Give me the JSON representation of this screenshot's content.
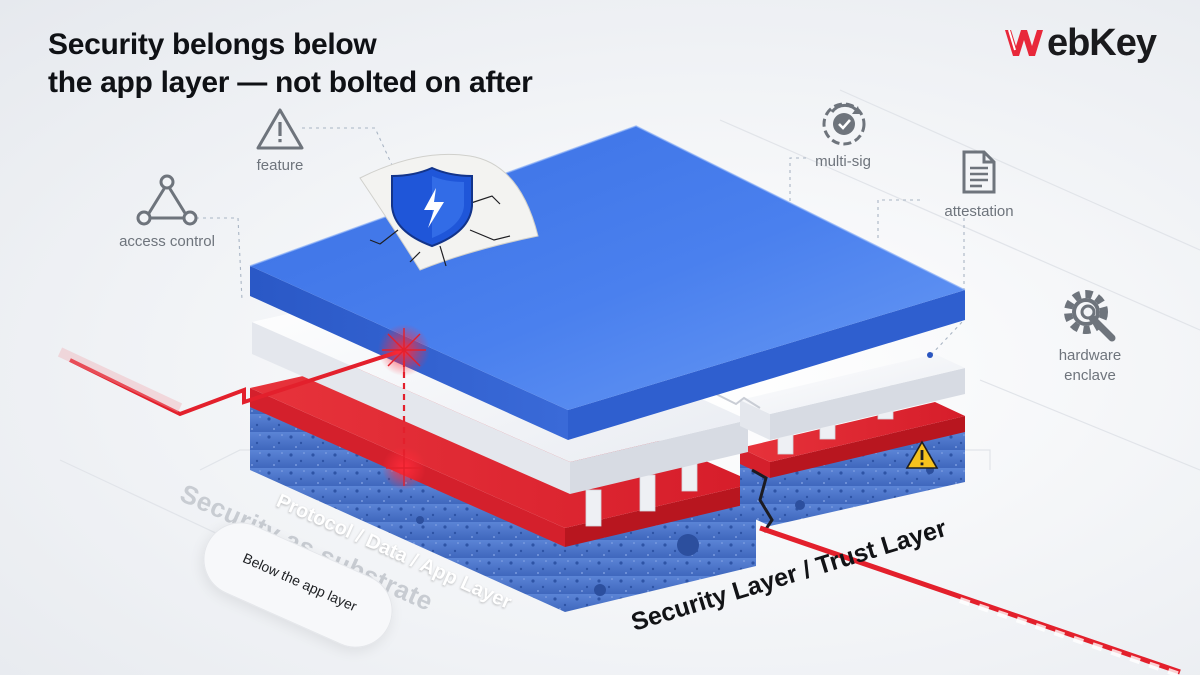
{
  "header": {
    "title_line1": "Security belongs below",
    "title_line2": "the app layer — not bolted on after"
  },
  "brand": {
    "logo_text": "ebKey",
    "accent": "#e8283a"
  },
  "icons": [
    {
      "name": "warning-triangle-icon",
      "label": "feature"
    },
    {
      "name": "access-graph-icon",
      "label": "access control"
    },
    {
      "name": "gear-check-icon",
      "label": "multi-sig"
    },
    {
      "name": "document-icon",
      "label": "attestation"
    },
    {
      "name": "gear-wrench-icon",
      "label_line1": "hardware",
      "label_line2": "enclave"
    }
  ],
  "layers": {
    "app_layer": "Protocol / Data / App Layer",
    "security_layer": "Security Layer / Trust Layer",
    "substrate_caption": "Security as substrate",
    "pill_caption": "Below the app layer"
  },
  "colors": {
    "top_slab": "#3c74e6",
    "red_layer": "#e4232f",
    "foam": "#4d78cc",
    "white_layer": "#f4f5f8"
  }
}
